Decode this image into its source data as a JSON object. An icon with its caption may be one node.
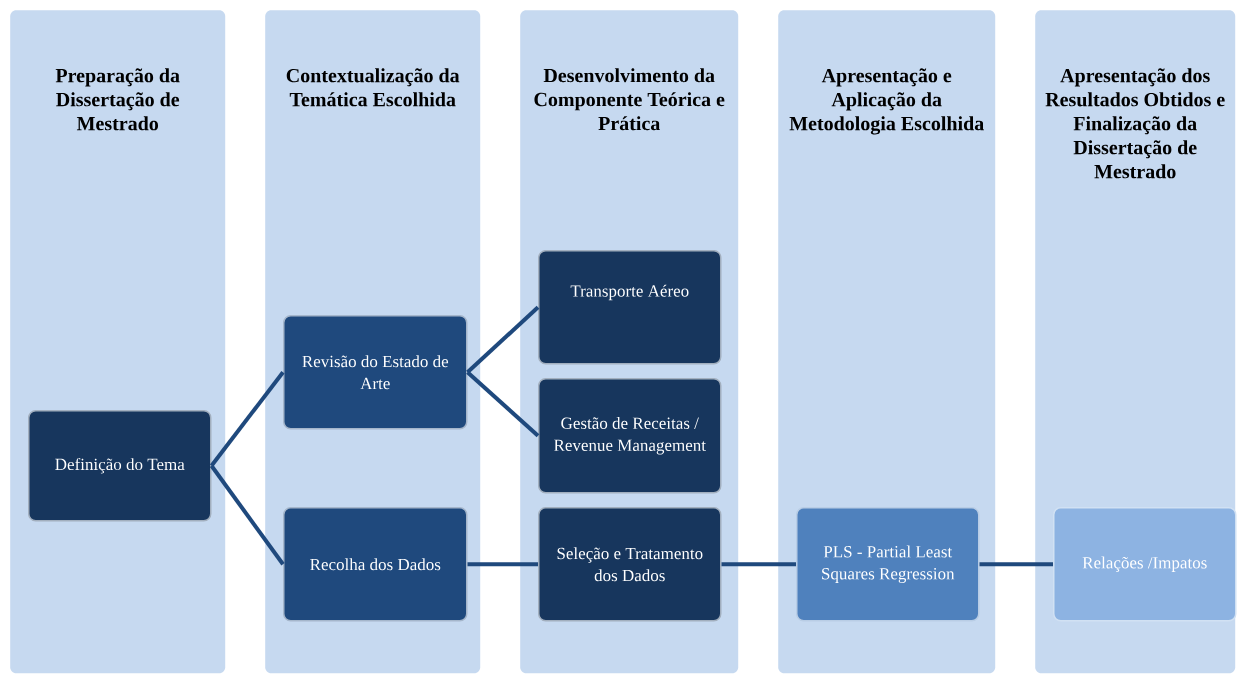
{
  "diagram": {
    "nodes": [
      {
        "text": [
          "Preparação da Dissertação de Mestrado"
        ]
      },
      {
        "text": [
          "Contextualização da Temática Escolhida"
        ]
      },
      {
        "text": [
          "Desenvolvimento da Componente Teórica e Prática"
        ]
      },
      {
        "text": [
          "Apresentação e Aplicação da Metodologia Escolhida"
        ]
      },
      {
        "text": [
          "Apresentação dos Resultados Obtidos e Finalização da Dissertação de Mestrado"
        ]
      },
      {
        "text": [
          "Definição do Tema"
        ],
        "in": 0
      },
      {
        "text": [
          "Revisão do Estado de Arte"
        ],
        "in": 1
      },
      {
        "text": [
          "Recolha dos Dados"
        ],
        "in": 1
      },
      {
        "text": [
          "Transporte Aéreo"
        ],
        "in": 2
      },
      {
        "text": [
          "Gestão de Receitas / Revenue Management"
        ],
        "in": 2
      },
      {
        "text": [
          "Seleção e Tratamento dos Dados"
        ],
        "in": 2
      },
      {
        "text": [
          "PLS - Partial Least Squares Regression"
        ],
        "in": 3
      },
      {
        "text": [
          "Relações /Impatos"
        ],
        "in": 4
      }
    ],
    "edges": [
      {
        "from": 5,
        "to": 6,
        "arrow": "none"
      },
      {
        "from": 5,
        "to": 7,
        "arrow": "none"
      },
      {
        "from": 6,
        "to": 8,
        "arrow": "none"
      },
      {
        "from": 6,
        "to": 9,
        "arrow": "none"
      },
      {
        "from": 7,
        "to": 10,
        "arrow": "none"
      },
      {
        "from": 10,
        "to": 11,
        "arrow": "none"
      },
      {
        "from": 11,
        "to": 12,
        "arrow": "none"
      }
    ]
  }
}
